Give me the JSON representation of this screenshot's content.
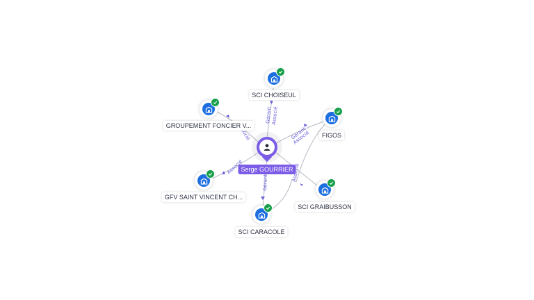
{
  "center": {
    "name": "Serge GOURRIER",
    "icon": "person-icon",
    "color": "#7b5ce6"
  },
  "companies": [
    {
      "id": "sci-choiseul",
      "name": "SCI CHOISEUL",
      "icon": "company-building-icon",
      "status_icon": "check-icon"
    },
    {
      "id": "groupement",
      "name": "GROUPEMENT FONCIER V...",
      "icon": "company-building-icon",
      "status_icon": "check-icon"
    },
    {
      "id": "figos",
      "name": "FIGOS",
      "icon": "company-building-icon",
      "status_icon": "check-icon"
    },
    {
      "id": "gfv",
      "name": "GFV SAINT VINCENT CH...",
      "icon": "company-building-icon",
      "status_icon": "check-icon"
    },
    {
      "id": "sci-graibusson",
      "name": "SCI GRAIBUSSON",
      "icon": "company-building-icon",
      "status_icon": "check-icon"
    },
    {
      "id": "sci-caracole",
      "name": "SCI CARACOLE",
      "icon": "company-building-icon",
      "status_icon": "check-icon"
    }
  ],
  "relations": [
    {
      "target": "sci-choiseul",
      "labels": [
        "Gérant",
        "Associé"
      ]
    },
    {
      "target": "groupement",
      "labels": [
        "Associé"
      ]
    },
    {
      "target": "figos",
      "labels": [
        "Gérant",
        "Associé"
      ]
    },
    {
      "target": "gfv",
      "labels": [
        "Associé"
      ]
    },
    {
      "target": "sci-graibusson",
      "labels": [
        "Associé"
      ]
    },
    {
      "target": "sci-caracole",
      "labels": [
        "Gérant"
      ]
    }
  ],
  "colors": {
    "company": "#1d6fe0",
    "verified": "#17a04a",
    "edge_label": "#6b63d8",
    "edge": "#b7b9c4"
  }
}
